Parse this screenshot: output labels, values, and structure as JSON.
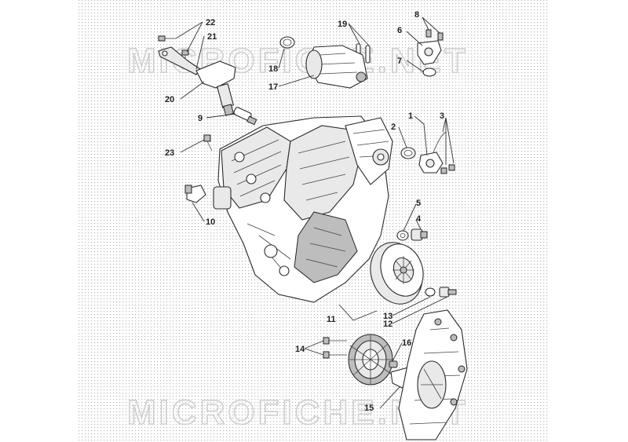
{
  "watermark": {
    "text": "MICROFICHE.NET"
  },
  "colors": {
    "paper_dots": "#bdbdbd",
    "line": "#2a2a2a",
    "label": "#222222"
  },
  "callouts": [
    {
      "id": "c22",
      "text": "22"
    },
    {
      "id": "c21",
      "text": "21"
    },
    {
      "id": "c20",
      "text": "20"
    },
    {
      "id": "c19",
      "text": "19"
    },
    {
      "id": "c18",
      "text": "18"
    },
    {
      "id": "c17",
      "text": "17"
    },
    {
      "id": "c8",
      "text": "8"
    },
    {
      "id": "c6",
      "text": "6"
    },
    {
      "id": "c7",
      "text": "7"
    },
    {
      "id": "c9",
      "text": "9"
    },
    {
      "id": "c23",
      "text": "23"
    },
    {
      "id": "c10",
      "text": "10"
    },
    {
      "id": "c2",
      "text": "2"
    },
    {
      "id": "c1",
      "text": "1"
    },
    {
      "id": "c3",
      "text": "3"
    },
    {
      "id": "c5",
      "text": "5"
    },
    {
      "id": "c4",
      "text": "4"
    },
    {
      "id": "c11",
      "text": "11"
    },
    {
      "id": "c13",
      "text": "13"
    },
    {
      "id": "c12",
      "text": "12"
    },
    {
      "id": "c14",
      "text": "14"
    },
    {
      "id": "c16",
      "text": "16"
    },
    {
      "id": "c15",
      "text": "15"
    }
  ]
}
